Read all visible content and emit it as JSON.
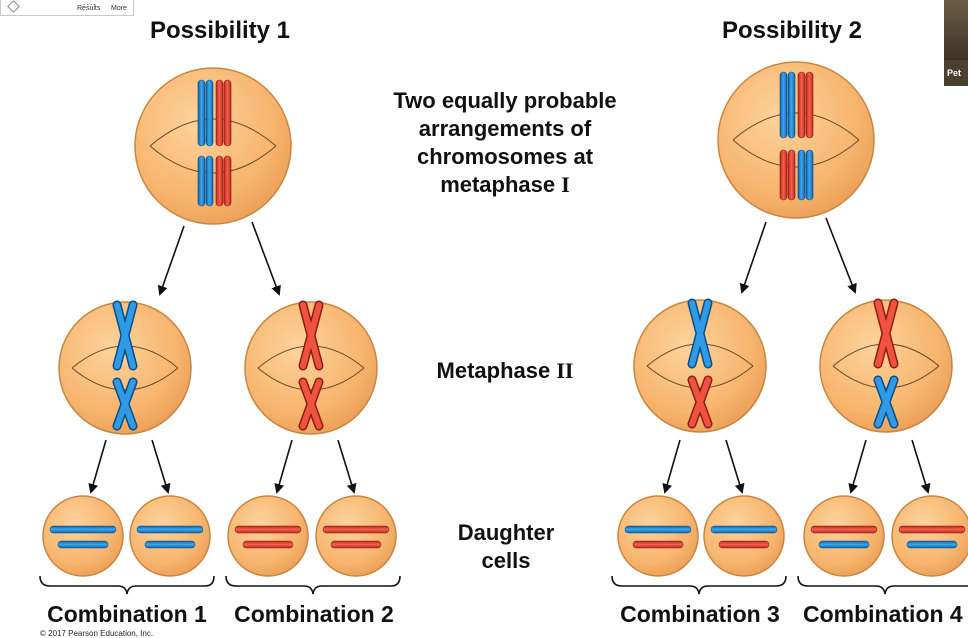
{
  "toolbar": {
    "results_label": "Results",
    "more_label": "More"
  },
  "video": {
    "name_label": "Pet"
  },
  "diagram": {
    "possibility_1": "Possibility 1",
    "possibility_2": "Possibility 2",
    "center_line1": "Two equally probable",
    "center_line2": "arrangements of",
    "center_line3": "chromosomes at",
    "center_line4": "metaphase ",
    "center_line4_roman": "I",
    "metaphase2": "Metaphase ",
    "metaphase2_roman": "II",
    "daughter_line1": "Daughter",
    "daughter_line2": "cells",
    "combination_1": "Combination 1",
    "combination_2": "Combination 2",
    "combination_3": "Combination 3",
    "combination_4": "Combination 4",
    "copyright": "© 2017 Pearson Education, Inc."
  },
  "colors": {
    "blue_chromosome": "#1e8fd6",
    "red_chromosome": "#e8402e",
    "cell_fill": "#f7b56e",
    "cell_outline": "#c98640"
  }
}
